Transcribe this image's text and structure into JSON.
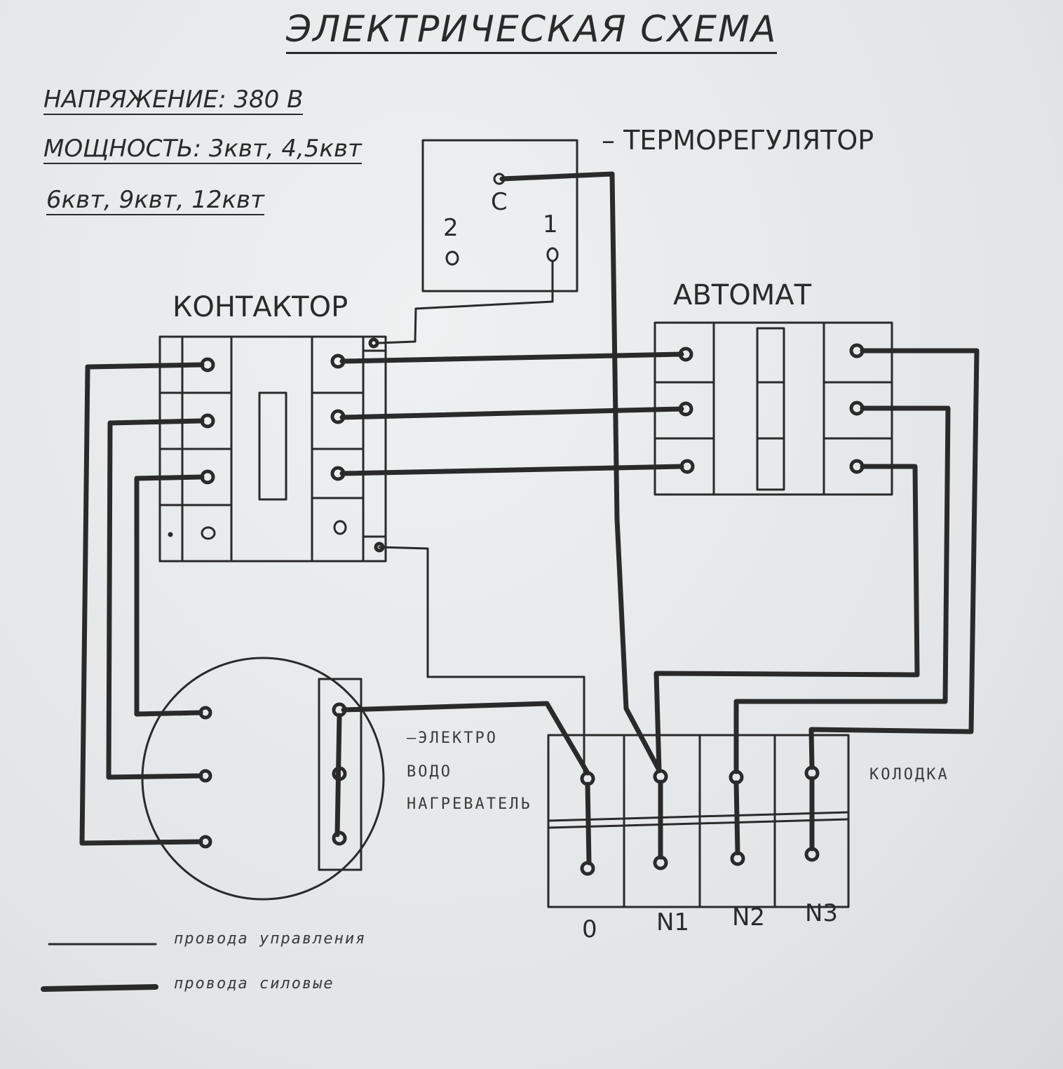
{
  "title": "ЭЛЕКТРИЧЕСКАЯ СХЕМА",
  "specs": {
    "voltage": "НАПРЯЖЕНИЕ: 380 В",
    "power_line1": "МОЩНОСТЬ: 3квт, 4,5квт",
    "power_line2": "6квт, 9квт, 12квт"
  },
  "components": {
    "thermostat": "– ТЕРМОРЕГУЛЯТОР",
    "contactor": "КОНТАКТОР",
    "breaker": "АВТОМАТ",
    "heater_line1": "–ЭЛЕКТРО",
    "heater_line2": "ВОДО",
    "heater_line3": "НАГРЕВАТЕЛЬ",
    "terminal_block": "КОЛОДКА"
  },
  "thermostat_terminals": {
    "common": "С",
    "t2": "2",
    "t1": "1"
  },
  "terminal_labels": [
    "0",
    "N1",
    "N2",
    "N3"
  ],
  "legend": {
    "control": "провода управления",
    "power": "провода силовые"
  },
  "colors": {
    "ink": "#2a2a2a",
    "paper": "#e6e8ea"
  }
}
